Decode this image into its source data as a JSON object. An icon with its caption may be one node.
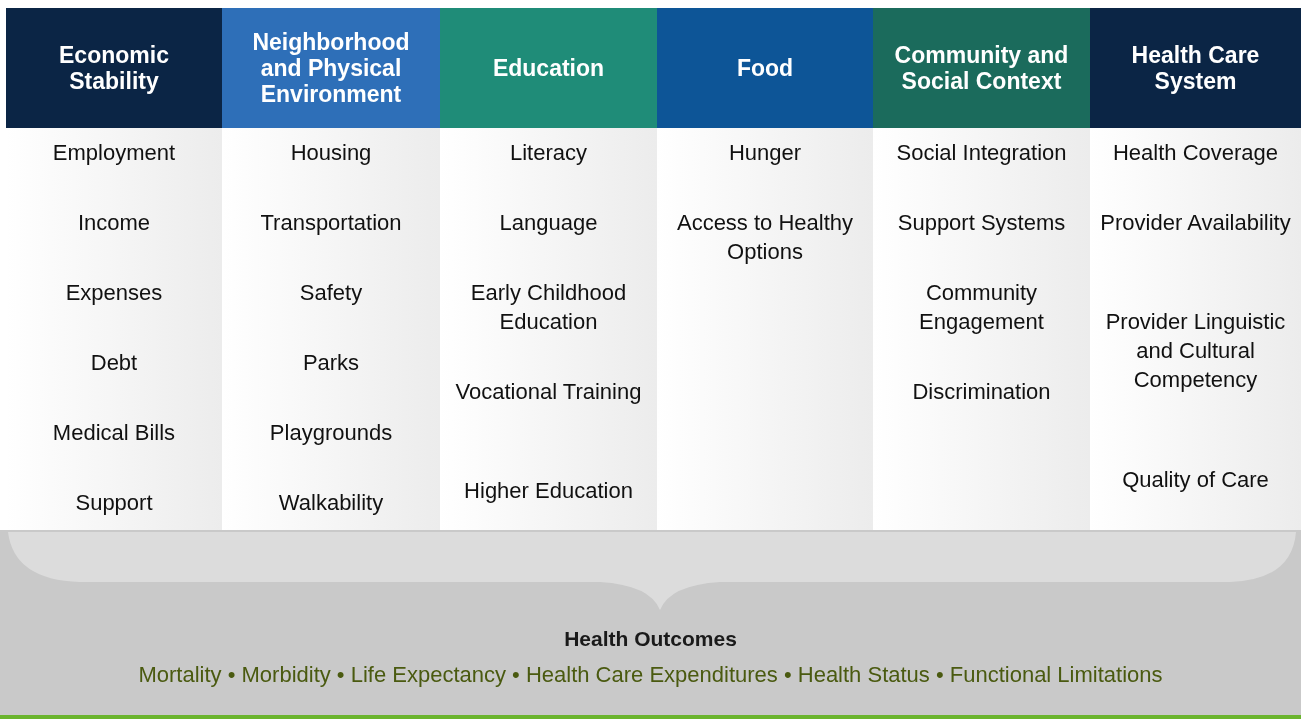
{
  "diagram": {
    "nodes": [
      {
        "text": [
          "Economic Stability"
        ]
      },
      {
        "text": [
          "Employment"
        ],
        "in": 0
      },
      {
        "text": [
          "Income"
        ],
        "in": 0
      },
      {
        "text": [
          "Expenses"
        ],
        "in": 0
      },
      {
        "text": [
          "Debt"
        ],
        "in": 0
      },
      {
        "text": [
          "Medical Bills"
        ],
        "in": 0
      },
      {
        "text": [
          "Support"
        ],
        "in": 0
      },
      {
        "text": [
          "Neighborhood and Physical Environment"
        ]
      },
      {
        "text": [
          "Housing"
        ],
        "in": 7
      },
      {
        "text": [
          "Transportation"
        ],
        "in": 7
      },
      {
        "text": [
          "Safety"
        ],
        "in": 7
      },
      {
        "text": [
          "Parks"
        ],
        "in": 7
      },
      {
        "text": [
          "Playgrounds"
        ],
        "in": 7
      },
      {
        "text": [
          "Walkability"
        ],
        "in": 7
      },
      {
        "text": [
          "Education"
        ]
      },
      {
        "text": [
          "Literacy"
        ],
        "in": 14
      },
      {
        "text": [
          "Language"
        ],
        "in": 14
      },
      {
        "text": [
          "Early Childhood Education"
        ],
        "in": 14
      },
      {
        "text": [
          "Vocational Training"
        ],
        "in": 14
      },
      {
        "text": [
          "Higher Education"
        ],
        "in": 14
      },
      {
        "text": [
          "Food"
        ]
      },
      {
        "text": [
          "Hunger"
        ],
        "in": 20
      },
      {
        "text": [
          "Access to Healthy Options"
        ],
        "in": 20
      },
      {
        "text": [
          "Community and Social Context"
        ]
      },
      {
        "text": [
          "Social Integration"
        ],
        "in": 23
      },
      {
        "text": [
          "Support Systems"
        ],
        "in": 23
      },
      {
        "text": [
          "Community Engagement"
        ],
        "in": 23
      },
      {
        "text": [
          "Discrimination"
        ],
        "in": 23
      },
      {
        "text": [
          "Health Care System"
        ]
      },
      {
        "text": [
          "Health Coverage"
        ],
        "in": 28
      },
      {
        "text": [
          "Provider Availability"
        ],
        "in": 28
      },
      {
        "text": [
          "Provider Linguistic and Cultural Competency"
        ],
        "in": 28
      },
      {
        "text": [
          "Quality of Care"
        ],
        "in": 28
      },
      {
        "text": [
          "Health Outcomes",
          "Mortality • Morbidity • Life Expectancy • Health Care Expenditures • Health Status • Functional Limitations"
        ]
      }
    ]
  }
}
